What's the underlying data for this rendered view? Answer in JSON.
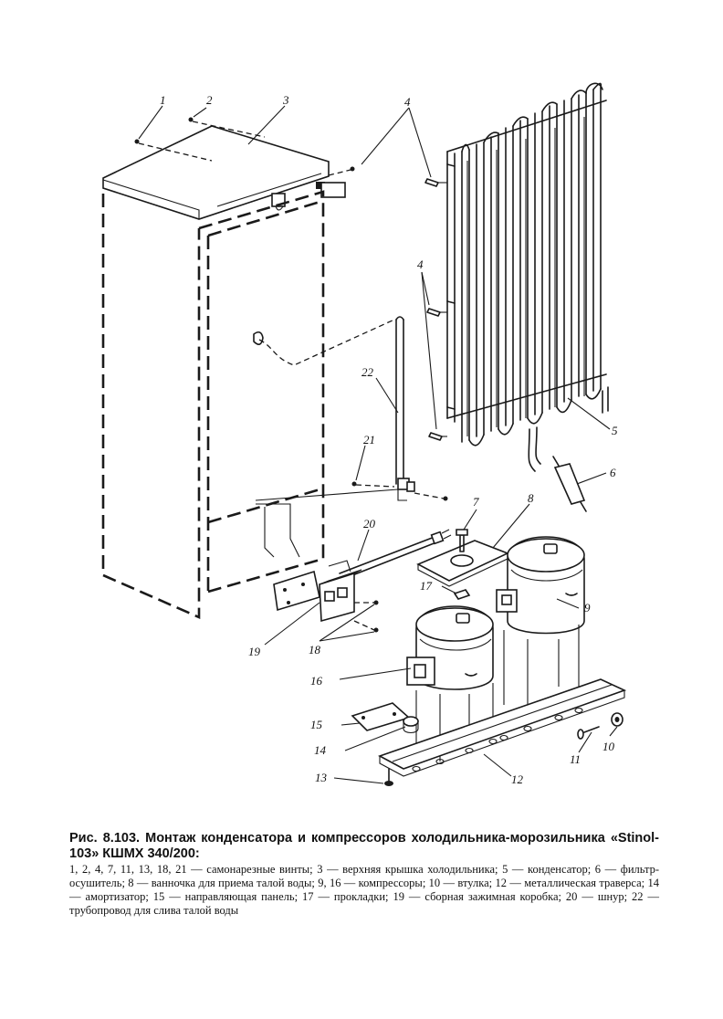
{
  "figure": {
    "callouts": {
      "n1": "1",
      "n2": "2",
      "n3": "3",
      "n4a": "4",
      "n4b": "4",
      "n5": "5",
      "n6": "6",
      "n7": "7",
      "n8": "8",
      "n9": "9",
      "n10": "10",
      "n11": "11",
      "n12": "12",
      "n13": "13",
      "n14": "14",
      "n15": "15",
      "n16": "16",
      "n17": "17",
      "n18": "18",
      "n19": "19",
      "n20": "20",
      "n21": "21",
      "n22": "22"
    }
  },
  "caption": {
    "title": "Рис. 8.103. Монтаж конденсатора и компрессоров холодильника-морозильника «Stinol-103» КШМХ 340/200:",
    "body": "1, 2, 4, 7, 11, 13, 18, 21 — самонарезные винты; 3 — верхняя крышка холодильника; 5 — конденсатор; 6 — фильтр-осушитель; 8 — ванночка для приема талой воды; 9, 16 — компрессоры; 10 — втулка; 12 — металлическая траверса; 14 — амортизатор; 15 — направляющая панель; 17 — прокладки; 19 — сборная зажимная коробка; 20 — шнур; 22 — трубопровод для слива талой воды"
  }
}
